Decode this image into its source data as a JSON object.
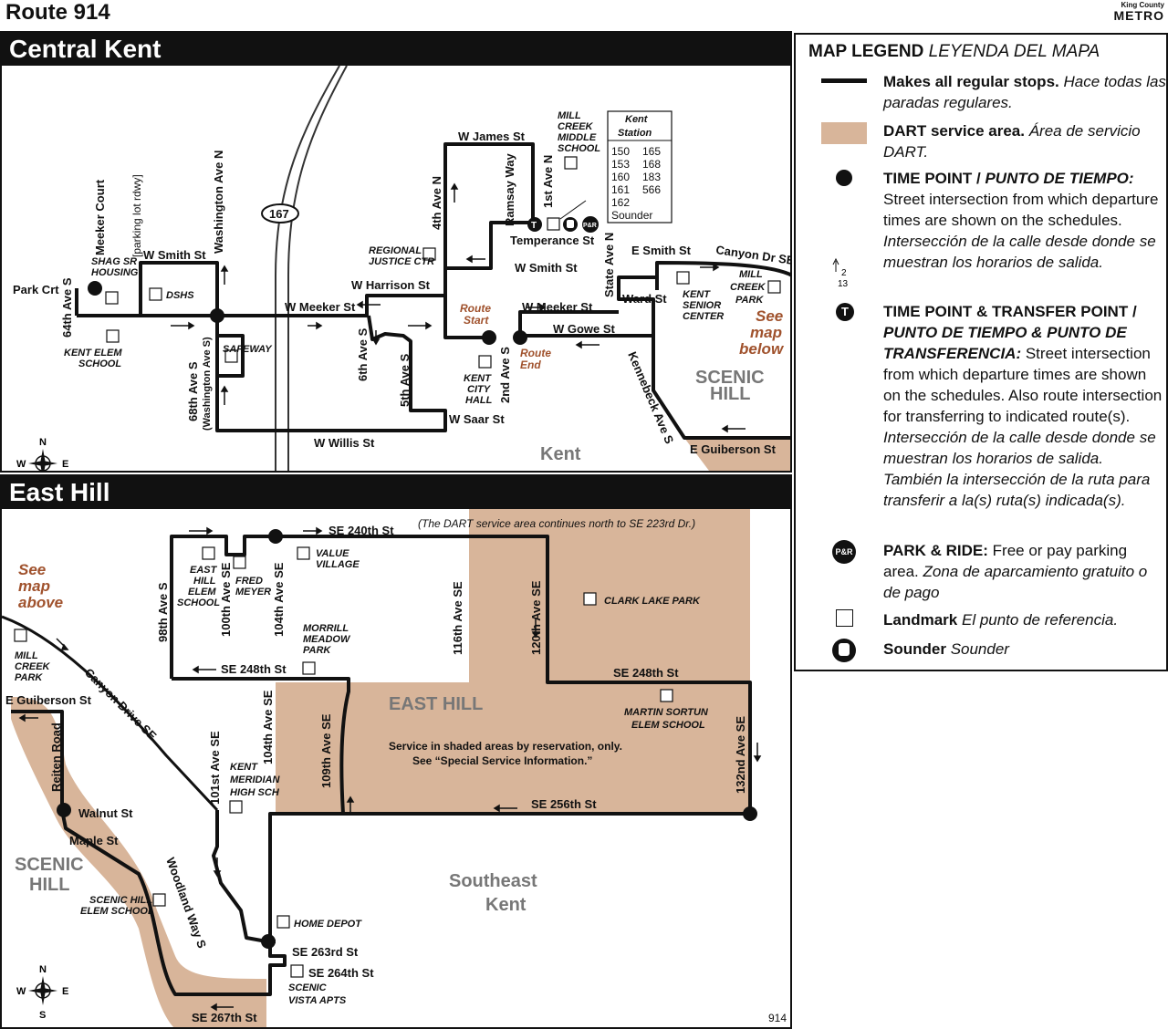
{
  "header": {
    "route_title": "Route 914",
    "logo_small": "King County",
    "logo_big": "METRO"
  },
  "central": {
    "title": "Central Kent",
    "streets": {
      "w_james": "W James St",
      "ramsay": "Ramsay Way",
      "first_ave": "1st Ave N",
      "fourth_ave": "4th Ave N",
      "temperance": "Temperance St",
      "w_smith_left": "W Smith St",
      "w_smith_mid": "W Smith St",
      "washington": "Washington Ave N",
      "meeker_court": "Meeker Court",
      "parking_rdwy": "[parking lot rdwy]",
      "park_crt": "Park Crt",
      "ave64": "64th Ave S",
      "w_harrison": "W Harrison St",
      "w_meeker_left": "W Meeker St",
      "w_meeker_right": "W Meeker St",
      "e_smith": "E Smith St",
      "canyon_dr": "Canyon Dr SE",
      "state_ave": "State Ave N",
      "ward": "Ward St",
      "w_gowe": "W Gowe St",
      "ave68": "68th Ave S",
      "ave68_alt": "(Washington Ave S)",
      "ave6": "6th Ave S",
      "ave5": "5th Ave S",
      "ave2": "2nd Ave S",
      "w_saar": "W Saar St",
      "w_willis": "W Willis St",
      "kennebeck": "Kennebeck Ave S",
      "e_guiberson": "E Guiberson St",
      "hwy": "167"
    },
    "landmarks": {
      "mill_creek_ms": [
        "MILL",
        "CREEK",
        "MIDDLE",
        "SCHOOL"
      ],
      "regional_justice": [
        "REGIONAL",
        "JUSTICE CTR"
      ],
      "shag": [
        "SHAG SR",
        "HOUSING"
      ],
      "dshs": "DSHS",
      "safeway": "SAFEWAY",
      "kent_elem": [
        "KENT ELEM",
        "SCHOOL"
      ],
      "kent_city_hall": [
        "KENT",
        "CITY",
        "HALL"
      ],
      "kent_senior": [
        "KENT",
        "SENIOR",
        "CENTER"
      ],
      "mill_creek_park": [
        "MILL",
        "CREEK",
        "PARK"
      ]
    },
    "station": {
      "title": "Kent",
      "subtitle": "Station",
      "routes_col1": [
        "150",
        "153",
        "160",
        "161",
        "162"
      ],
      "routes_col2": [
        "165",
        "168",
        "183",
        "566"
      ],
      "sounder": "Sounder"
    },
    "route_start": [
      "Route",
      "Start"
    ],
    "route_end": [
      "Route",
      "End"
    ],
    "see_map_below": [
      "See",
      "map",
      "below"
    ],
    "scenic_hill": [
      "SCENIC",
      "HILL"
    ],
    "kent": "Kent",
    "pr": "P&R",
    "transfer_letter": "T"
  },
  "east": {
    "title": "East Hill",
    "dart_note": "(The DART service area continues north to SE 223rd Dr.)",
    "streets": {
      "se240": "SE 240th St",
      "se248_left": "SE 248th St",
      "se248_right": "SE 248th St",
      "se256": "SE 256th St",
      "se263": "SE 263rd St",
      "se264": "SE 264th St",
      "se267": "SE 267th St",
      "ave98": "98th Ave S",
      "ave100": "100th Ave SE",
      "ave104_top": "104th Ave SE",
      "ave104_bot": "104th Ave SE",
      "ave101": "101st Ave SE",
      "ave109": "109th Ave SE",
      "ave116": "116th Ave SE",
      "ave120": "120th Ave SE",
      "ave132": "132nd Ave SE",
      "canyon": "Canyon Drive SE",
      "e_guiberson": "E Guiberson St",
      "reiten": "Reiten Road",
      "walnut": "Walnut St",
      "maple": "Maple St",
      "woodland": "Woodland Way S"
    },
    "landmarks": {
      "east_hill_elem": [
        "EAST",
        "HILL",
        "ELEM",
        "SCHOOL"
      ],
      "fred_meyer": [
        "FRED",
        "MEYER"
      ],
      "value_village": [
        "VALUE",
        "VILLAGE"
      ],
      "morrill": [
        "MORRILL",
        "MEADOW",
        "PARK"
      ],
      "clark_lake": "CLARK LAKE PARK",
      "martin_sortun": [
        "MARTIN SORTUN",
        "ELEM SCHOOL"
      ],
      "kent_meridian": [
        "KENT",
        "MERIDIAN",
        "HIGH SCH"
      ],
      "home_depot": "HOME DEPOT",
      "scenic_vista": [
        "SCENIC",
        "VISTA APTS"
      ],
      "scenic_hill_elem": [
        "SCENIC HILL",
        "ELEM SCHOOL"
      ],
      "mill_creek_park": [
        "MILL",
        "CREEK",
        "PARK"
      ]
    },
    "see_map_above": [
      "See",
      "map",
      "above"
    ],
    "east_hill": "EAST HILL",
    "service_note": [
      "Service in shaded areas by reservation, only.",
      "See “Special Service Information.”"
    ],
    "southeast_kent": [
      "Southeast",
      "Kent"
    ],
    "scenic_hill": [
      "SCENIC",
      "HILL"
    ],
    "page_number": "914"
  },
  "compass": {
    "n": "N",
    "s": "S",
    "e": "E",
    "w": "W"
  },
  "legend": {
    "title_en": "MAP LEGEND",
    "title_es": "LEYENDA DEL MAPA",
    "regular_en": "Makes all regular stops.",
    "regular_es": "Hace todas las paradas regulares.",
    "dart_en": "DART service area.",
    "dart_es": "Área de servicio DART.",
    "tp_en": "TIME POINT /",
    "tp_es_head": "PUNTO DE TIEMPO:",
    "tp_body_en": "Street intersection from which departure times are shown on the schedules.",
    "tp_body_es": "Intersección de la calle desde donde se muestran los horarios de salida.",
    "ttp_head_en": "TIME POINT & TRANSFER POINT /",
    "ttp_head_es": "PUNTO DE TIEMPO & PUNTO DE TRANSFERENCIA:",
    "ttp_body_en": "Street intersection from which departure times are shown on the schedules. Also route intersection for transferring to indicated route(s).",
    "ttp_body_es": "Intersección de la calle desde donde se muestran los horarios de salida. También la intersección de la ruta para transferir a la(s) ruta(s) indicada(s).",
    "arrow_routes": [
      "2",
      "13"
    ],
    "pr_en": "PARK & RIDE:",
    "pr_body_en": "Free or pay parking area.",
    "pr_body_es": "Zona de aparcamiento gratuito o de pago",
    "landmark_en": "Landmark",
    "landmark_es": "El punto de referencia.",
    "sounder_en": "Sounder",
    "sounder_es": "Sounder",
    "pr_symbol": "P&R",
    "t_symbol": "T"
  },
  "colors": {
    "route": "#111111",
    "dart": "#d8b59a",
    "brown_text": "#a0522d",
    "gray_text": "#777777"
  }
}
